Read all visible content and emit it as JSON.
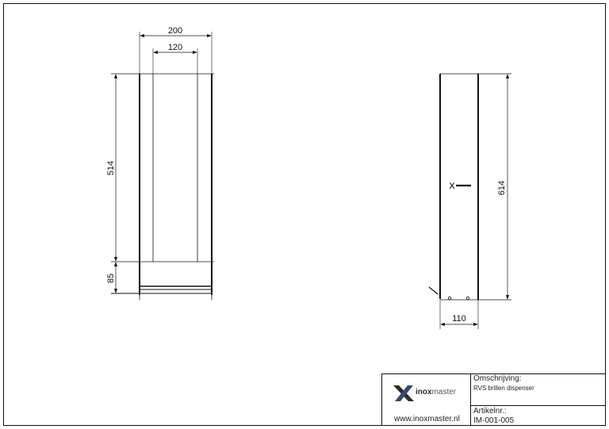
{
  "front_view": {
    "width_dim": "200",
    "inner_width_dim": "120",
    "height_dim": "514",
    "base_dim": "85"
  },
  "side_view": {
    "height_dim": "614",
    "depth_dim": "110"
  },
  "title_block": {
    "logo_text_bold": "inox",
    "logo_text_light": "master",
    "website": "www.inoxmaster.nl",
    "description_label": "Omschrijving:",
    "description_value": "RVS brillen dispenser",
    "article_label": "Artikelnr.:",
    "article_value": "IM-001-005"
  },
  "colors": {
    "logo_dark": "#2b2b2b",
    "logo_blue": "#2f4a6e"
  }
}
